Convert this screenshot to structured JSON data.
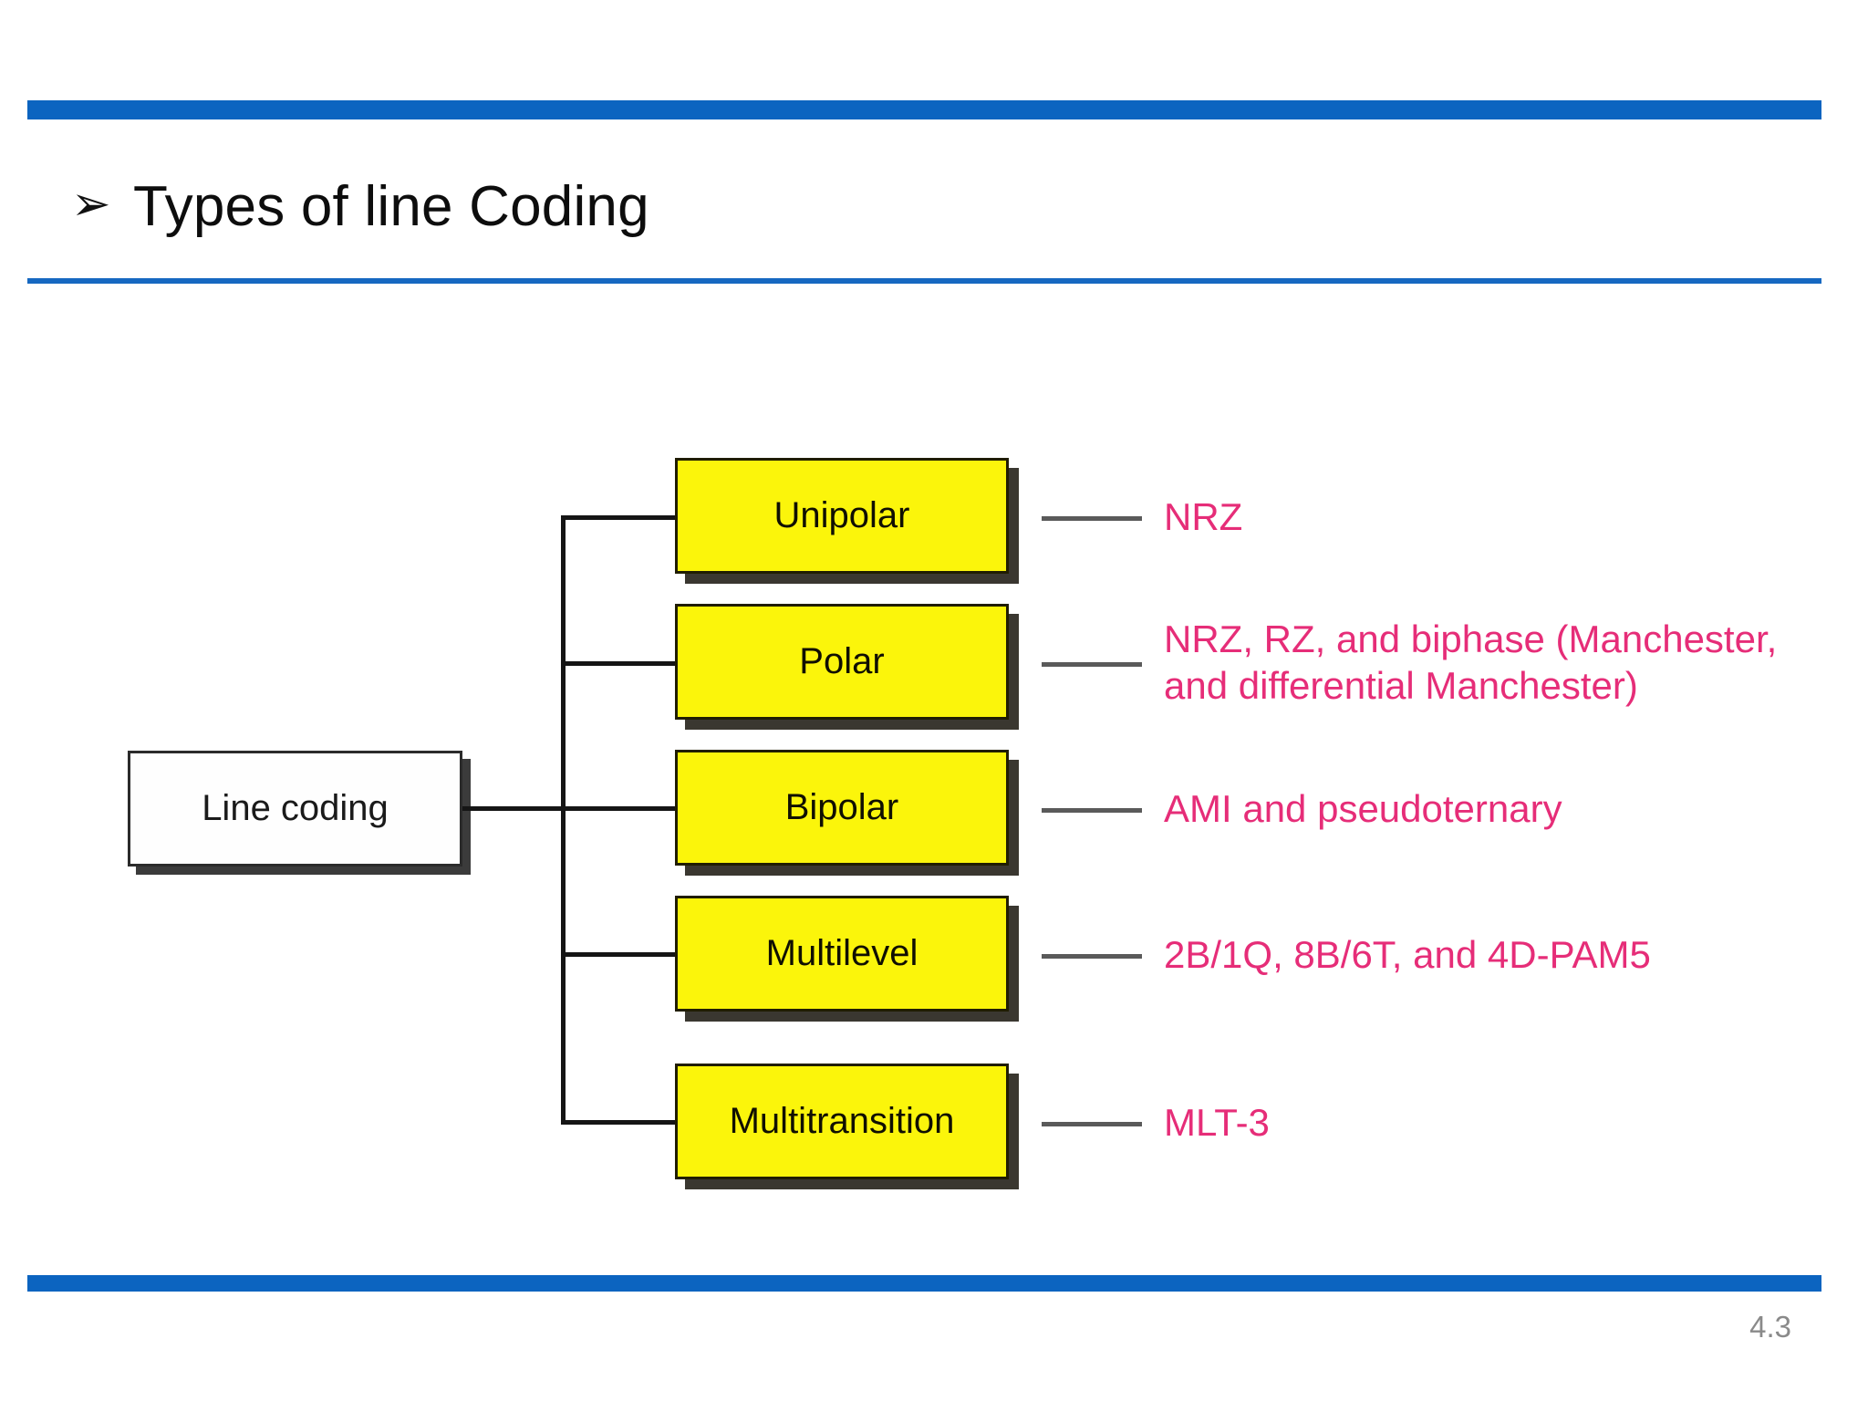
{
  "slide": {
    "title": "Types of line Coding",
    "bullet_glyph": "➢",
    "page_number": "4.3",
    "accent_color": "#0C64C0",
    "node_color": "#FBF50B",
    "leaf_text_color": "#E62D78"
  },
  "chart_data": {
    "type": "diagram",
    "title": "Types of line Coding",
    "root": "Line coding",
    "categories": [
      "Unipolar",
      "Polar",
      "Bipolar",
      "Multilevel",
      "Multitransition"
    ],
    "schemes": [
      "NRZ",
      "NRZ, RZ, and biphase (Manchester,\nand differential Manchester)",
      "AMI and pseudoternary",
      "2B/1Q,  8B/6T, and 4D-PAM5",
      "MLT-3"
    ]
  },
  "diagram": {
    "root": {
      "label": "Line coding"
    },
    "branches": [
      {
        "node": "Unipolar",
        "leaf": "NRZ"
      },
      {
        "node": "Polar",
        "leaf": "NRZ, RZ, and biphase (Manchester,\nand differential Manchester)"
      },
      {
        "node": "Bipolar",
        "leaf": "AMI and pseudoternary"
      },
      {
        "node": "Multilevel",
        "leaf": "2B/1Q,  8B/6T, and 4D-PAM5"
      },
      {
        "node": "Multitransition",
        "leaf": "MLT-3"
      }
    ]
  }
}
